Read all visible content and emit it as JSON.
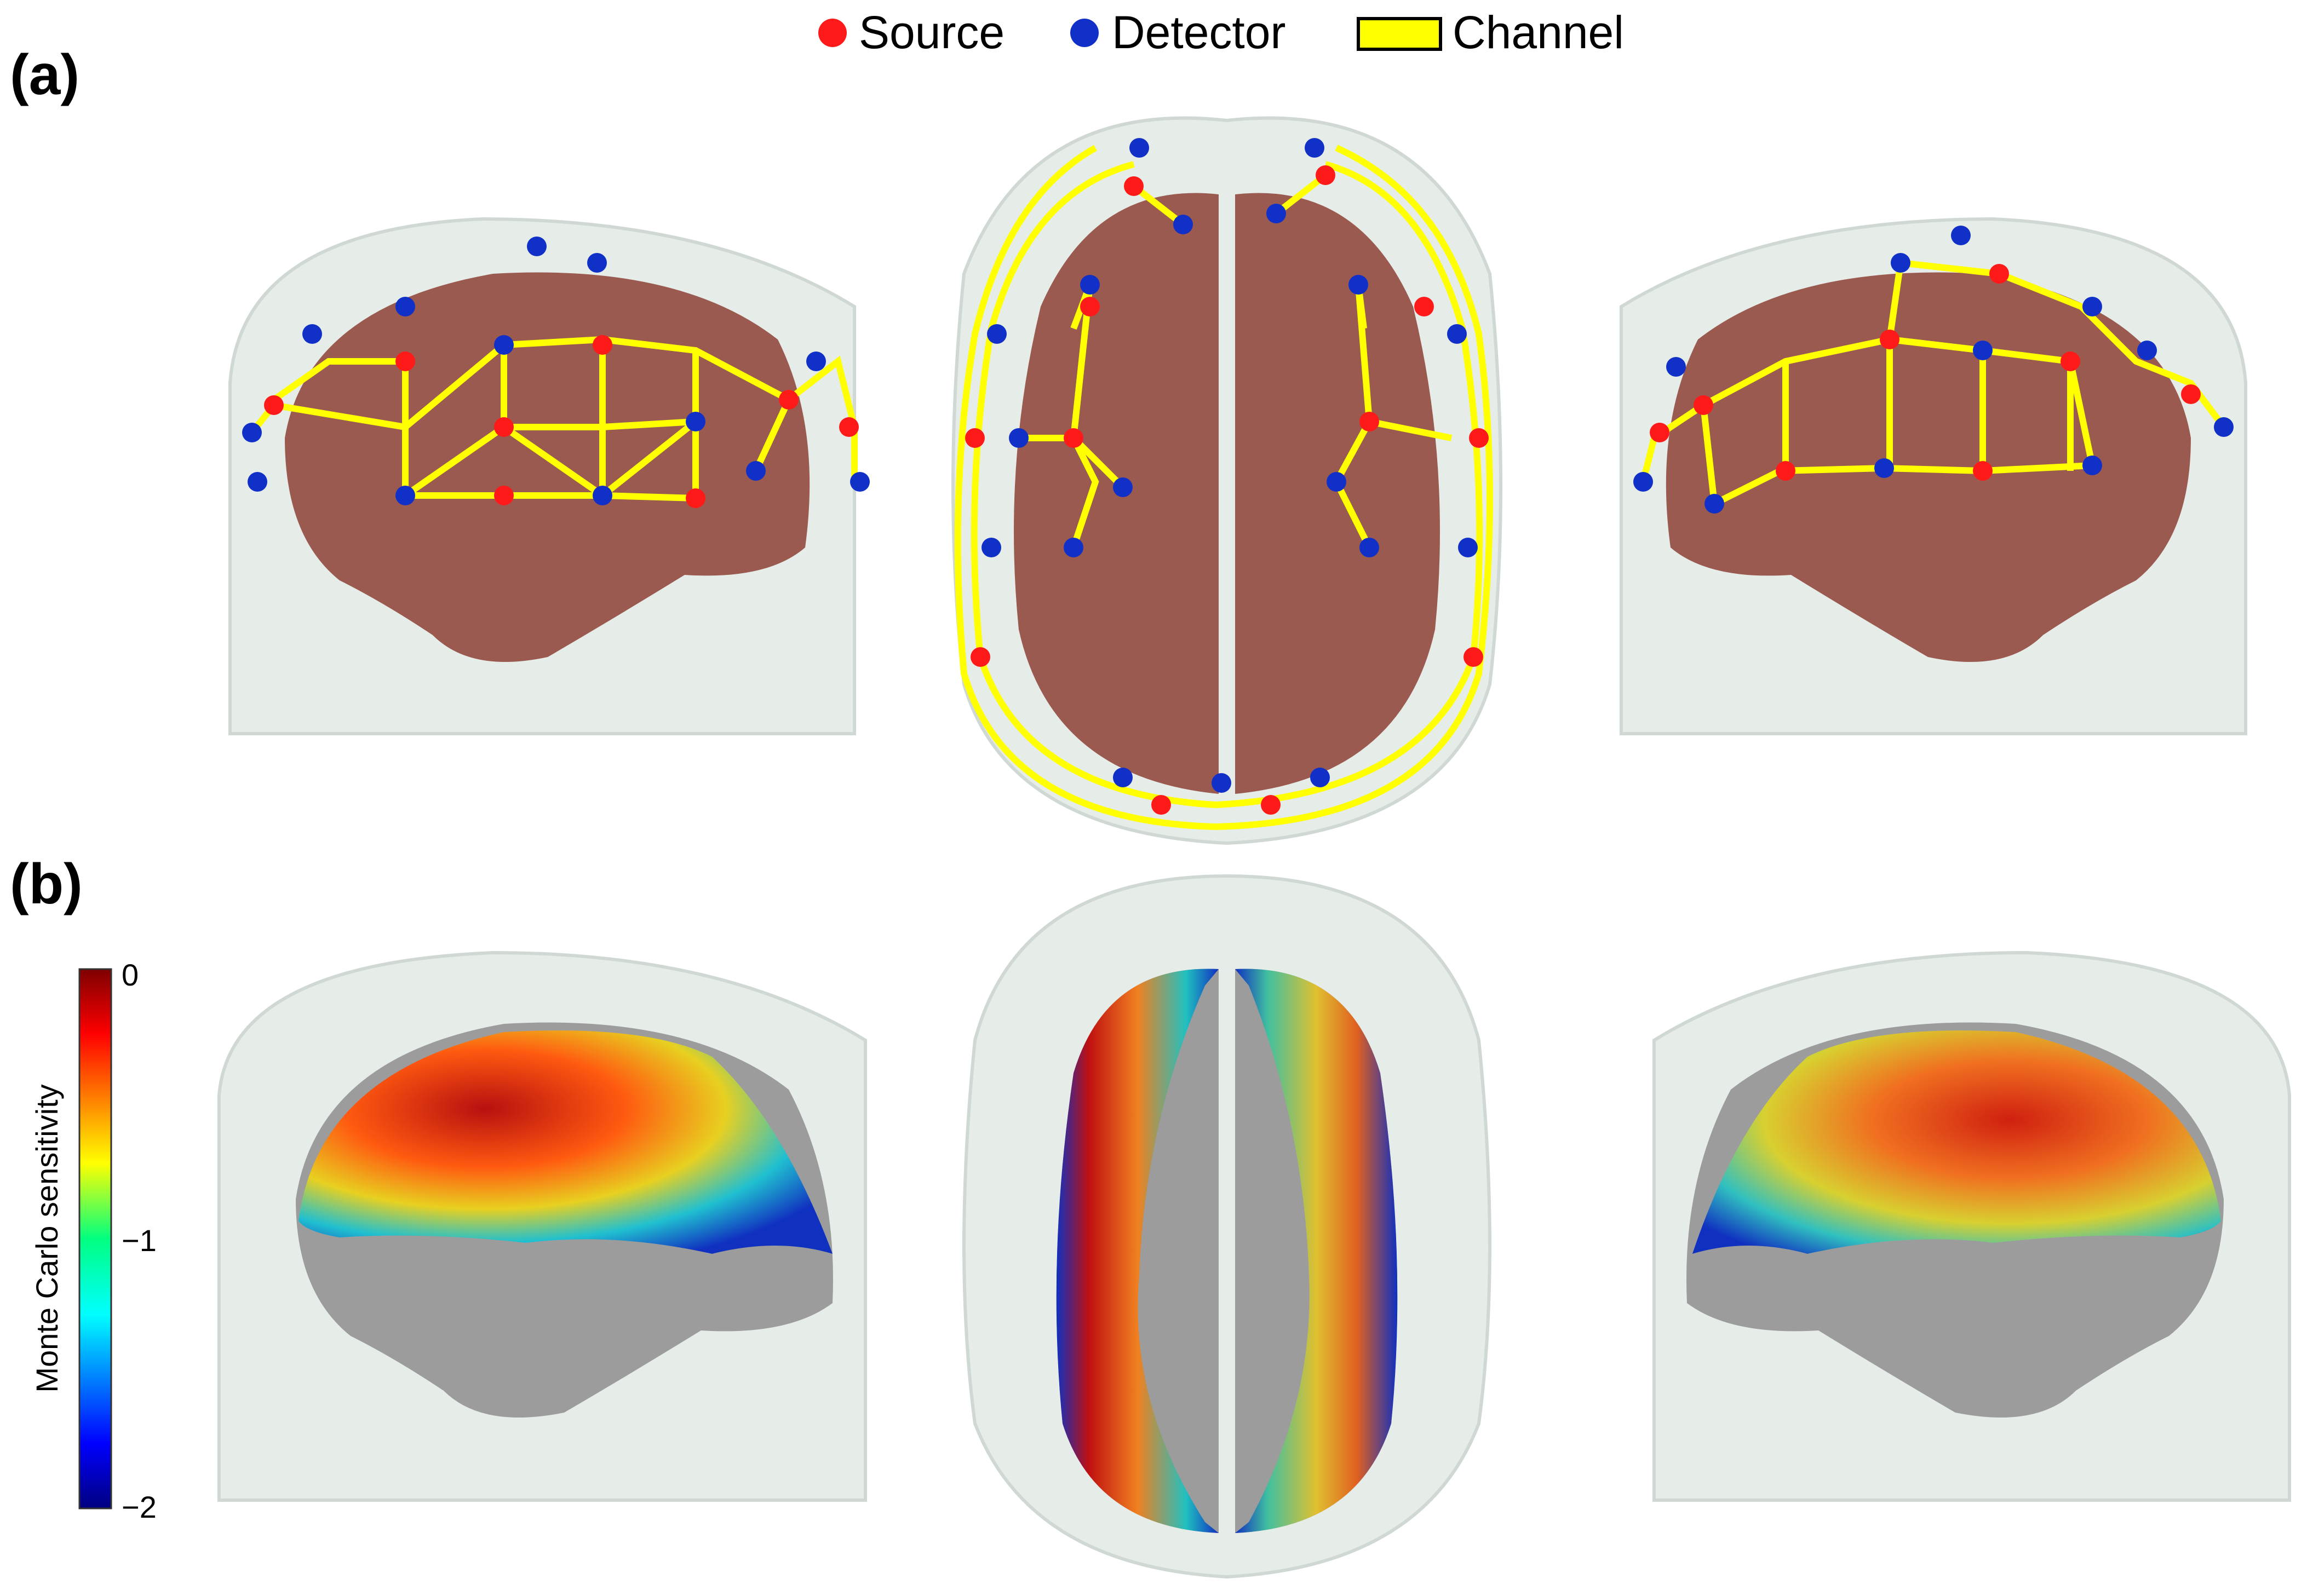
{
  "panels": {
    "a_label": "(a)",
    "b_label": "(b)"
  },
  "legend": {
    "items": [
      {
        "label": "Source",
        "color": "#ff1a1a",
        "marker": "dot"
      },
      {
        "label": "Detector",
        "color": "#1030c8",
        "marker": "dot"
      },
      {
        "label": "Channel",
        "color": "#ffff00",
        "marker": "rect"
      }
    ]
  },
  "colorbar": {
    "label": "Monte Carlo sensitivity",
    "ticks": [
      "0",
      "−1",
      "−2"
    ],
    "range": [
      -2,
      0
    ],
    "colormap": "jet"
  },
  "colors": {
    "head": "#e6ece8",
    "brain_a": "#9a5a50",
    "brain_b": "#9c9c9c",
    "channel": "#ffff00",
    "source": "#ff1a1a",
    "detector": "#1030c8"
  }
}
